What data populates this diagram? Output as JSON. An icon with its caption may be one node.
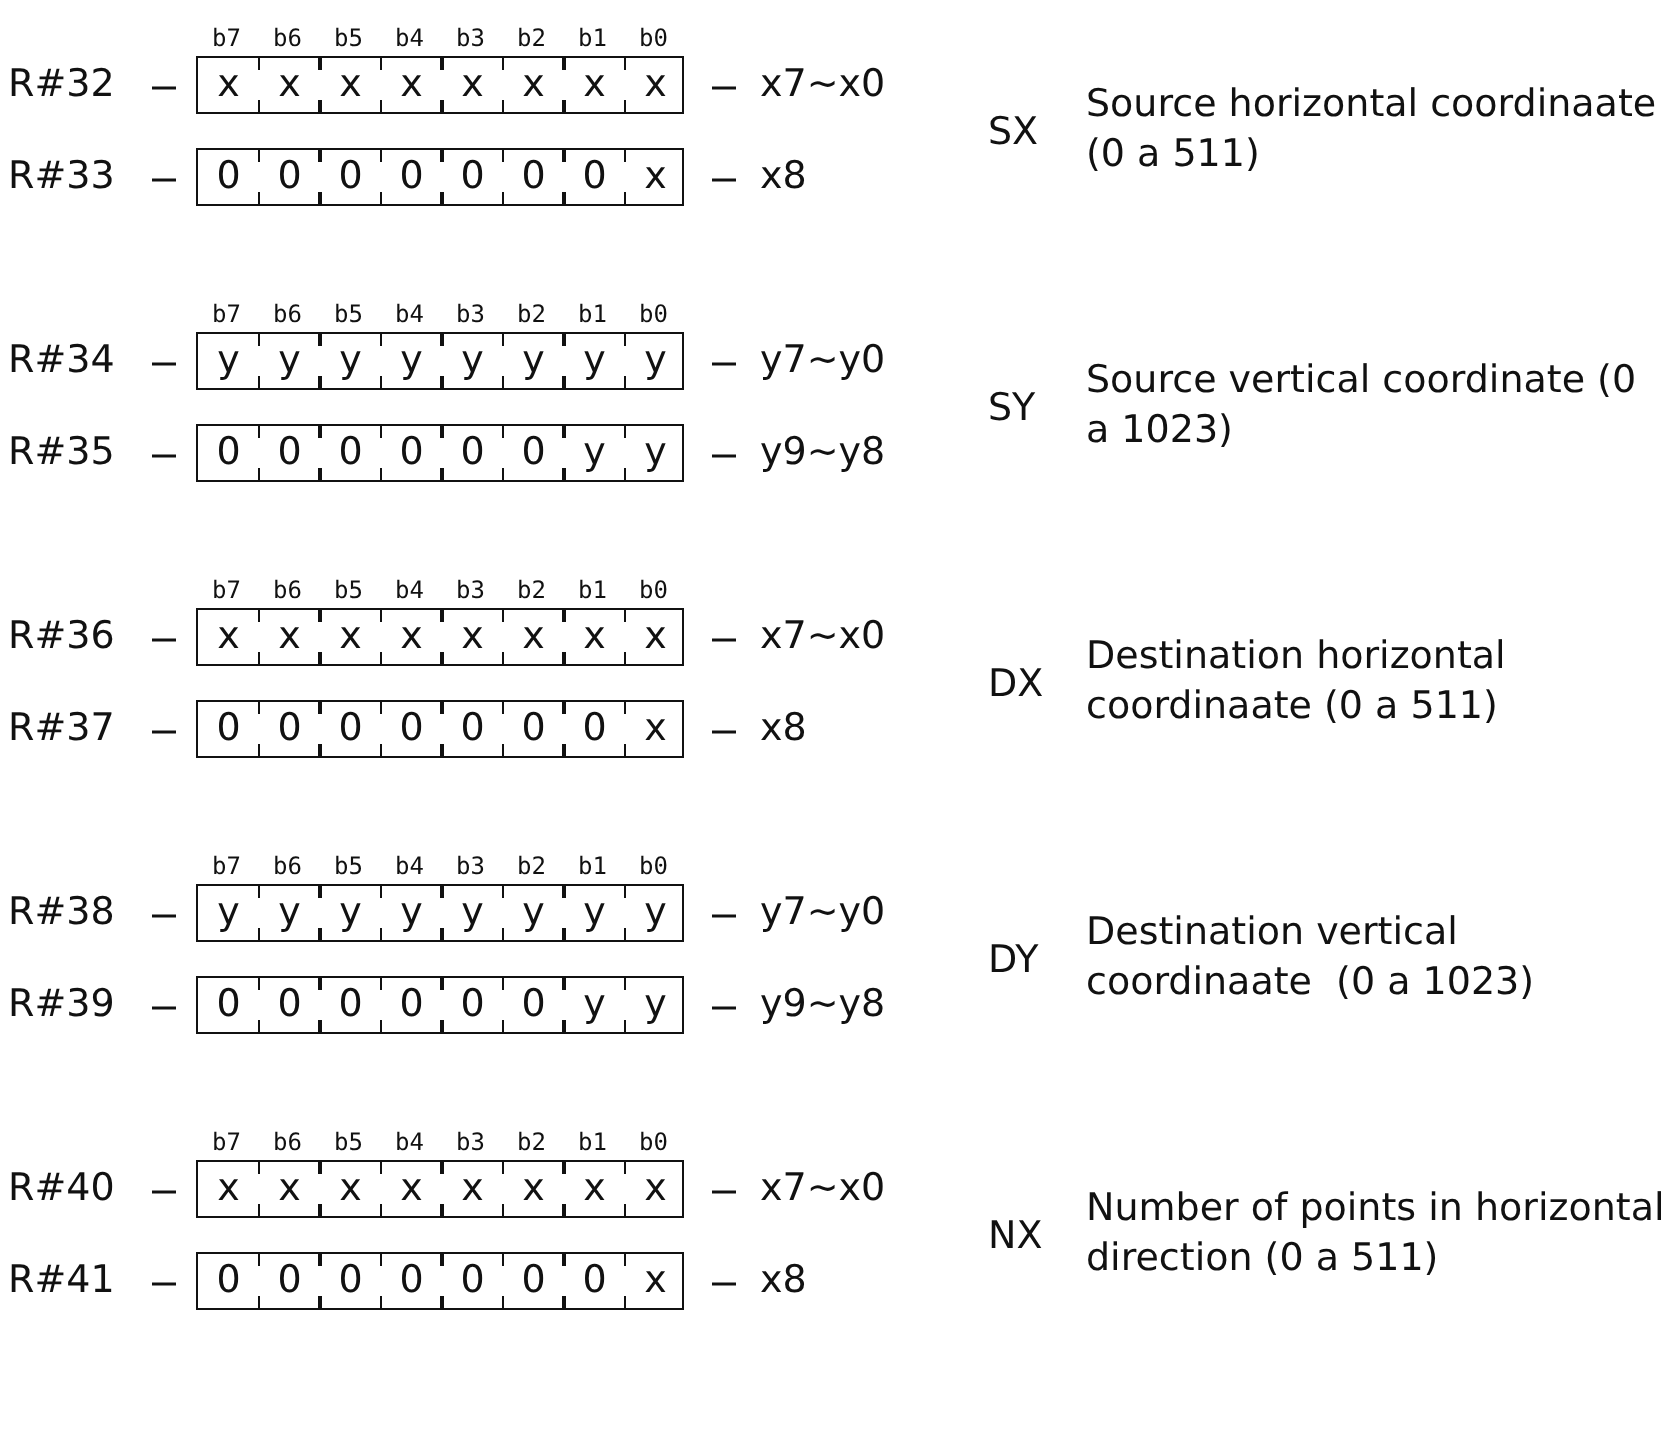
{
  "diagram": {
    "nodes": [
      {
        "text": [
          "x",
          "x",
          "x",
          "x",
          "x",
          "x",
          "x",
          "x"
        ],
        "beside": [
          "R#32",
          "x7~x0"
        ]
      },
      {
        "text": [
          "0",
          "0",
          "0",
          "0",
          "0",
          "0",
          "0",
          "x"
        ],
        "beside": [
          "R#33",
          "x8"
        ]
      },
      {
        "text": [
          "y",
          "y",
          "y",
          "y",
          "y",
          "y",
          "y",
          "y"
        ],
        "beside": [
          "R#34",
          "y7~y0"
        ]
      },
      {
        "text": [
          "0",
          "0",
          "0",
          "0",
          "0",
          "0",
          "y",
          "y"
        ],
        "beside": [
          "R#35",
          "y9~y8"
        ]
      },
      {
        "text": [
          "x",
          "x",
          "x",
          "x",
          "x",
          "x",
          "x",
          "x"
        ],
        "beside": [
          "R#36",
          "x7~x0"
        ]
      },
      {
        "text": [
          "0",
          "0",
          "0",
          "0",
          "0",
          "0",
          "0",
          "x"
        ],
        "beside": [
          "R#37",
          "x8"
        ]
      },
      {
        "text": [
          "y",
          "y",
          "y",
          "y",
          "y",
          "y",
          "y",
          "y"
        ],
        "beside": [
          "R#38",
          "y7~y0"
        ]
      },
      {
        "text": [
          "0",
          "0",
          "0",
          "0",
          "0",
          "0",
          "y",
          "y"
        ],
        "beside": [
          "R#39",
          "y9~y8"
        ]
      },
      {
        "text": [
          "x",
          "x",
          "x",
          "x",
          "x",
          "x",
          "x",
          "x"
        ],
        "beside": [
          "R#40",
          "x7~x0"
        ]
      },
      {
        "text": [
          "0",
          "0",
          "0",
          "0",
          "0",
          "0",
          "0",
          "x"
        ],
        "beside": [
          "R#41",
          "x8"
        ]
      }
    ],
    "labels": [
      "b7",
      "b6",
      "b5",
      "b4",
      "b3",
      "b2",
      "b1",
      "b0",
      "SX",
      "Source horizontal coordinaate (0 a 511)",
      "b7",
      "b6",
      "b5",
      "b4",
      "b3",
      "b2",
      "b1",
      "b0",
      "SY",
      "Source vertical coordinate (0 a 1023)",
      "b7",
      "b6",
      "b5",
      "b4",
      "b3",
      "b2",
      "b1",
      "b0",
      "DX",
      "Destination horizontal coordinaate (0 a 511)",
      "b7",
      "b6",
      "b5",
      "b4",
      "b3",
      "b2",
      "b1",
      "b0",
      "DY",
      "Destination vertical coordinaate  (0 a 1023)",
      "b7",
      "b6",
      "b5",
      "b4",
      "b3",
      "b2",
      "b1",
      "b0",
      "NX",
      "Number of points in horizontal direction (0 a 511)"
    ]
  }
}
